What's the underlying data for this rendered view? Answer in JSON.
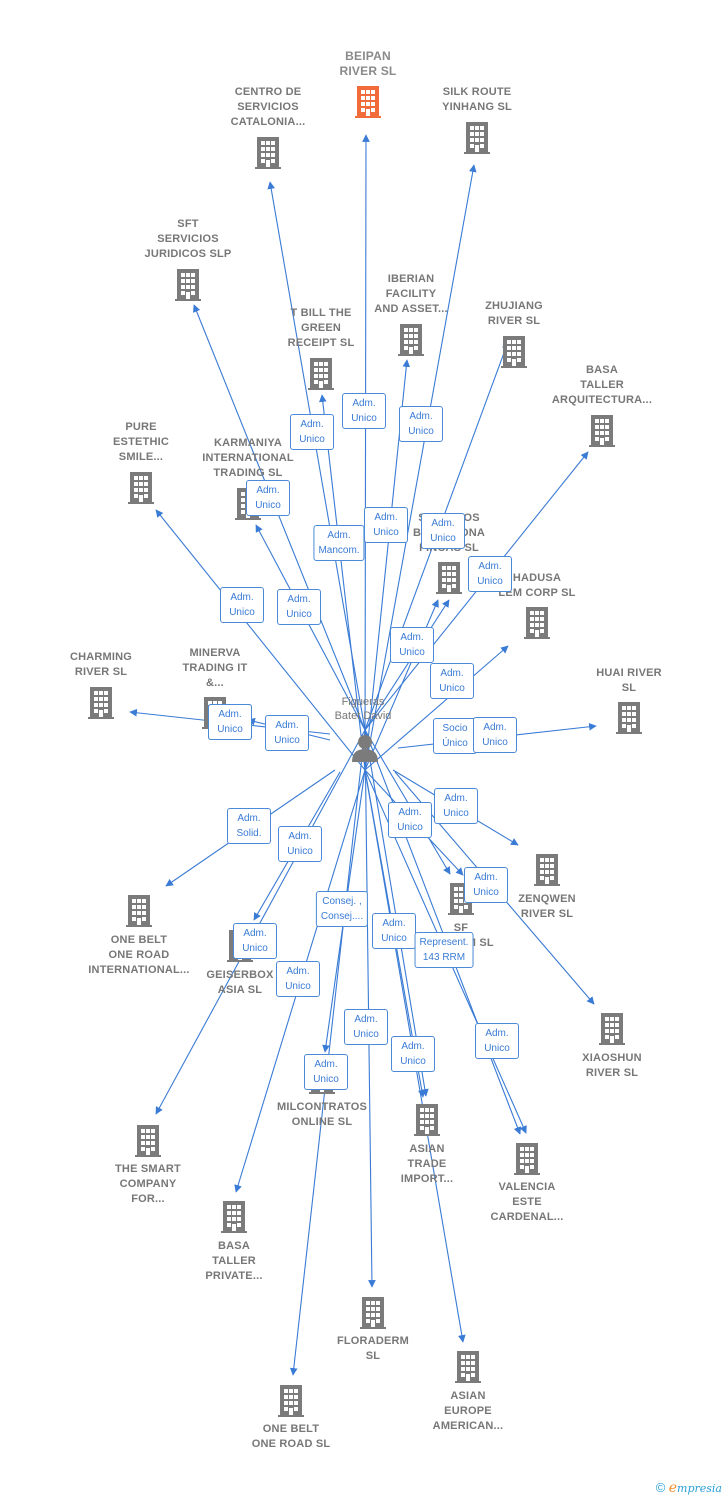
{
  "colors": {
    "edge": "#3a7bd5",
    "node": "#7b7b7b",
    "main_node": "#f26b3a"
  },
  "person": {
    "name": "Figueras\nBatet David",
    "icon": "person-icon"
  },
  "companies": [
    {
      "id": "beipan",
      "label": "BEIPAN\nRIVER  SL",
      "main": true
    },
    {
      "id": "centro",
      "label": "CENTRO DE\nSERVICIOS\nCATALONIA..."
    },
    {
      "id": "silkroute",
      "label": "SILK ROUTE\nYINHANG  SL"
    },
    {
      "id": "sft",
      "label": "SFT\nSERVICIOS\nJURIDICOS  SLP"
    },
    {
      "id": "iberian",
      "label": "IBERIAN\nFACILITY\nAND ASSET..."
    },
    {
      "id": "zhujiang",
      "label": "ZHUJIANG\nRIVER  SL"
    },
    {
      "id": "tbill",
      "label": "T  BILL THE\nGREEN\nRECEIPT  SL"
    },
    {
      "id": "basataller_arq",
      "label": "BASA\nTALLER\nARQUITECTURA..."
    },
    {
      "id": "pure",
      "label": "PURE\nESTETHIC\nSMILE..."
    },
    {
      "id": "karmaniya",
      "label": "KARMANIYA\nINTERNATIONAL\nTRADING  SL"
    },
    {
      "id": "servicios_bcn",
      "label": "SERVICIOS\nBARCELONA\nFINCAS  SL"
    },
    {
      "id": "hadusa",
      "label": "HADUSA\nLEM CORP  SL"
    },
    {
      "id": "charming",
      "label": "CHARMING\nRIVER  SL"
    },
    {
      "id": "minerva",
      "label": "MINERVA\nTRADING IT\n&..."
    },
    {
      "id": "huai",
      "label": "HUAI RIVER\nSL"
    },
    {
      "id": "zenqwen",
      "label": "ZENQWEN\nRIVER  SL"
    },
    {
      "id": "sf143",
      "label": "SF\n143 RRM  SL"
    },
    {
      "id": "onebelt_int",
      "label": "ONE BELT\nONE ROAD\nINTERNATIONAL..."
    },
    {
      "id": "geiserbox",
      "label": "GEISERBOX\nASIA  SL"
    },
    {
      "id": "xiaoshun",
      "label": "XIAOSHUN\nRIVER  SL"
    },
    {
      "id": "milcontratos",
      "label": "MILCONTRATOS\nONLINE  SL"
    },
    {
      "id": "asian_trade",
      "label": "ASIAN\nTRADE\nIMPORT..."
    },
    {
      "id": "valencia",
      "label": "VALENCIA\nESTE\nCARDENAL..."
    },
    {
      "id": "smart",
      "label": "THE SMART\nCOMPANY\nFOR..."
    },
    {
      "id": "basataller_priv",
      "label": "BASA\nTALLER\nPRIVATE..."
    },
    {
      "id": "floraderm",
      "label": "FLORADERM\nSL"
    },
    {
      "id": "asian_europe",
      "label": "ASIAN\nEUROPE\nAMERICAN..."
    },
    {
      "id": "onebelt",
      "label": "ONE BELT\nONE ROAD  SL"
    }
  ],
  "roles": [
    {
      "id": "r1",
      "text": "Adm.\nUnico"
    },
    {
      "id": "r2",
      "text": "Adm.\nUnico"
    },
    {
      "id": "r3",
      "text": "Adm.\nUnico"
    },
    {
      "id": "r4",
      "text": "Adm.\nUnico"
    },
    {
      "id": "r5",
      "text": "Adm.\nMancom."
    },
    {
      "id": "r6",
      "text": "Adm.\nUnico"
    },
    {
      "id": "r7",
      "text": "Adm.\nUnico"
    },
    {
      "id": "r8",
      "text": "Adm.\nUnico"
    },
    {
      "id": "r9",
      "text": "Adm.\nUnico"
    },
    {
      "id": "r10",
      "text": "Adm.\nUnico"
    },
    {
      "id": "r11",
      "text": "Adm.\nUnico"
    },
    {
      "id": "r12",
      "text": "Adm.\nUnico"
    },
    {
      "id": "r13",
      "text": "Adm.\nUnico"
    },
    {
      "id": "r14",
      "text": "Adm.\nUnico"
    },
    {
      "id": "r15",
      "text": "Socio\nÚnico"
    },
    {
      "id": "r16",
      "text": "Adm.\nUnico"
    },
    {
      "id": "r17",
      "text": "Adm.\nUnico"
    },
    {
      "id": "r18",
      "text": "Adm.\nUnico"
    },
    {
      "id": "r19",
      "text": "Adm.\nSolid."
    },
    {
      "id": "r20",
      "text": "Adm.\nUnico"
    },
    {
      "id": "r21",
      "text": "Adm.\nUnico"
    },
    {
      "id": "r22",
      "text": "Adm.\nUnico"
    },
    {
      "id": "r23",
      "text": "Consej. ,\nConsej...."
    },
    {
      "id": "r24",
      "text": "Adm.\nUnico"
    },
    {
      "id": "r25",
      "text": "Represent.\n143 RRM"
    },
    {
      "id": "r26",
      "text": "Adm.\nUnico"
    },
    {
      "id": "r27",
      "text": "Adm.\nUnico"
    },
    {
      "id": "r28",
      "text": "Adm.\nUnico"
    },
    {
      "id": "r29",
      "text": "Adm.\nUnico"
    },
    {
      "id": "r30",
      "text": "Adm.\nUnico"
    },
    {
      "id": "r31",
      "text": "Adm.\nUnico"
    }
  ],
  "footer": {
    "copyright": "©",
    "brand_initial": "e",
    "brand_rest": "mpresia"
  }
}
